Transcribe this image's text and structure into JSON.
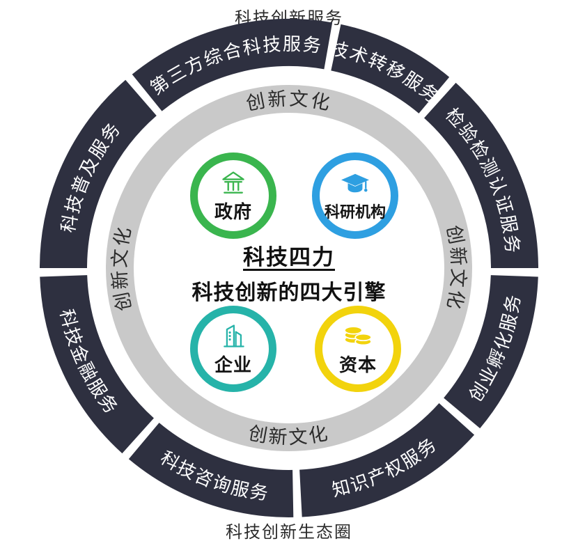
{
  "header": {
    "title": "科技创新服务"
  },
  "footer": {
    "title": "科技创新生态圈"
  },
  "outer_ring": {
    "color": "#2e3040",
    "text_color": "#ffffff",
    "segments": [
      {
        "label": "技术转移服务"
      },
      {
        "label": "检验检测认证服务"
      },
      {
        "label": "创业孵化服务"
      },
      {
        "label": "知识产权服务"
      },
      {
        "label": "科技咨询服务"
      },
      {
        "label": "科技金融服务"
      },
      {
        "label": "科技普及服务"
      },
      {
        "label": "第三方综合科技服务"
      }
    ]
  },
  "inner_ring": {
    "label": "创新文化",
    "color": "#c9c9c9",
    "text_color": "#2b2b2b",
    "positions": [
      "top",
      "right",
      "bottom",
      "left"
    ]
  },
  "center": {
    "title": "科技四力",
    "subtitle": "科技创新的四大引擎"
  },
  "engines": [
    {
      "label": "政府",
      "icon": "bank-icon",
      "color": "#3ab54e"
    },
    {
      "label": "科研机构",
      "icon": "graduation-cap-icon",
      "color": "#2e9fe1"
    },
    {
      "label": "企业",
      "icon": "building-icon",
      "color": "#26b3a9"
    },
    {
      "label": "资本",
      "icon": "coins-icon",
      "color": "#f2d30d"
    }
  ]
}
